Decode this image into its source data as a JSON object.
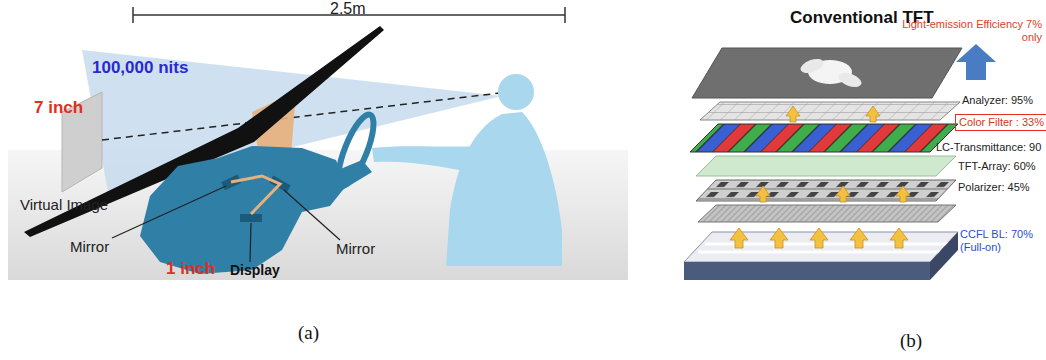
{
  "diagram": {
    "nodes": [
      {
        "text": [
          "Color Filter : 33%"
        ]
      }
    ],
    "labels": [
      "2.5m",
      "100,000 nits",
      "7 inch",
      "Virtual Image",
      "Mirror",
      "Mirror",
      "1 inch",
      "Display",
      "(a)",
      "Conventional TFT",
      "Light-emission Efficiency 7% only",
      "Analyzer: 95%",
      "LC-Transmittance: 90",
      "TFT-Array: 60%",
      "Polarizer: 45%",
      "CCFL BL: 70% (Full-on)",
      "(b)"
    ]
  }
}
